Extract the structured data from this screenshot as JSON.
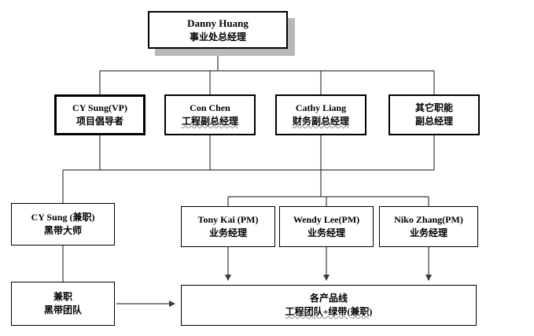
{
  "chart": {
    "top": {
      "name": "Danny Huang",
      "title": "事业处总经理"
    },
    "level2": [
      {
        "name": "CY Sung(VP)",
        "title": "项目倡导者"
      },
      {
        "name": "Con Chen",
        "title": "工程副总经理"
      },
      {
        "name": "Cathy Liang",
        "title": "财务副总经理"
      },
      {
        "name": "其它职能",
        "title": "副总经理"
      }
    ],
    "blackbelt_master": {
      "name": "CY Sung (兼职)",
      "title": "黑带大师"
    },
    "level3": [
      {
        "name": "Tony Kai (PM)",
        "title": "业务经理"
      },
      {
        "name": "Wendy Lee(PM)",
        "title": "业务经理"
      },
      {
        "name": "Niko Zhang(PM)",
        "title": "业务经理"
      }
    ],
    "bottom_left": {
      "line1": "兼职",
      "line2": "黑带团队"
    },
    "bottom_right": {
      "line1": "各产品线",
      "line2": "工程团队+绿带(兼职)"
    },
    "colors": {
      "line": "#3a3a3a",
      "shadow": "#b8b8b8",
      "border": "#000000"
    }
  }
}
